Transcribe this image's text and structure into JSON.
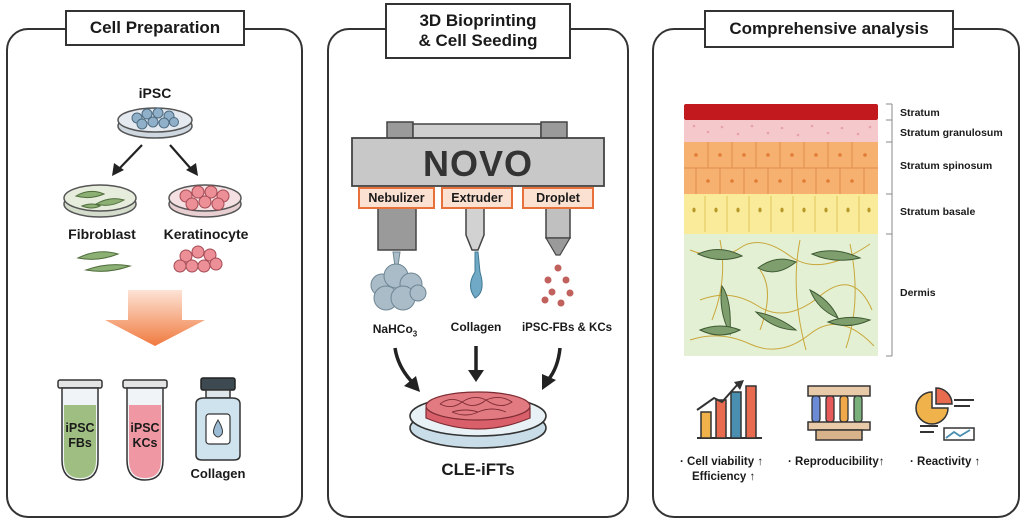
{
  "panels": {
    "prep": {
      "title": "Cell Preparation"
    },
    "bio": {
      "title_line1": "3D Bioprinting",
      "title_line2": "& Cell Seeding"
    },
    "analysis": {
      "title": "Comprehensive analysis"
    }
  },
  "prep": {
    "ipsc": "iPSC",
    "fibroblast": "Fibroblast",
    "keratinocyte": "Keratinocyte",
    "tube1_line1": "iPSC",
    "tube1_line2": "FBs",
    "tube2_line1": "iPSC",
    "tube2_line2": "KCs",
    "collagen": "Collagen"
  },
  "bio": {
    "printer": "NOVO",
    "nebulizer": "Nebulizer",
    "extruder": "Extruder",
    "droplet": "Droplet",
    "nahco3": "NaHCo",
    "nahco3_sub": "3",
    "collagen": "Collagen",
    "cells": "iPSC-FBs & KCs",
    "result": "CLE-iFTs"
  },
  "analysis": {
    "layers": [
      "Stratum",
      "Stratum granulosum",
      "Stratum spinosum",
      "Stratum basale",
      "Dermis"
    ],
    "metric1_line1": "· Cell viability ↑",
    "metric1_line2": "Efficiency ↑",
    "metric2": "· Reproducibility↑",
    "metric3": "· Reactivity ↑"
  },
  "colors": {
    "accent_orange": "#e8703a",
    "tube_green": "#9fbf82",
    "tube_pink": "#ef97a3",
    "stratum_red": "#c2191e",
    "spinosum": "#f6b070",
    "basale": "#faeb9a",
    "dermis": "#e3f0d4"
  }
}
